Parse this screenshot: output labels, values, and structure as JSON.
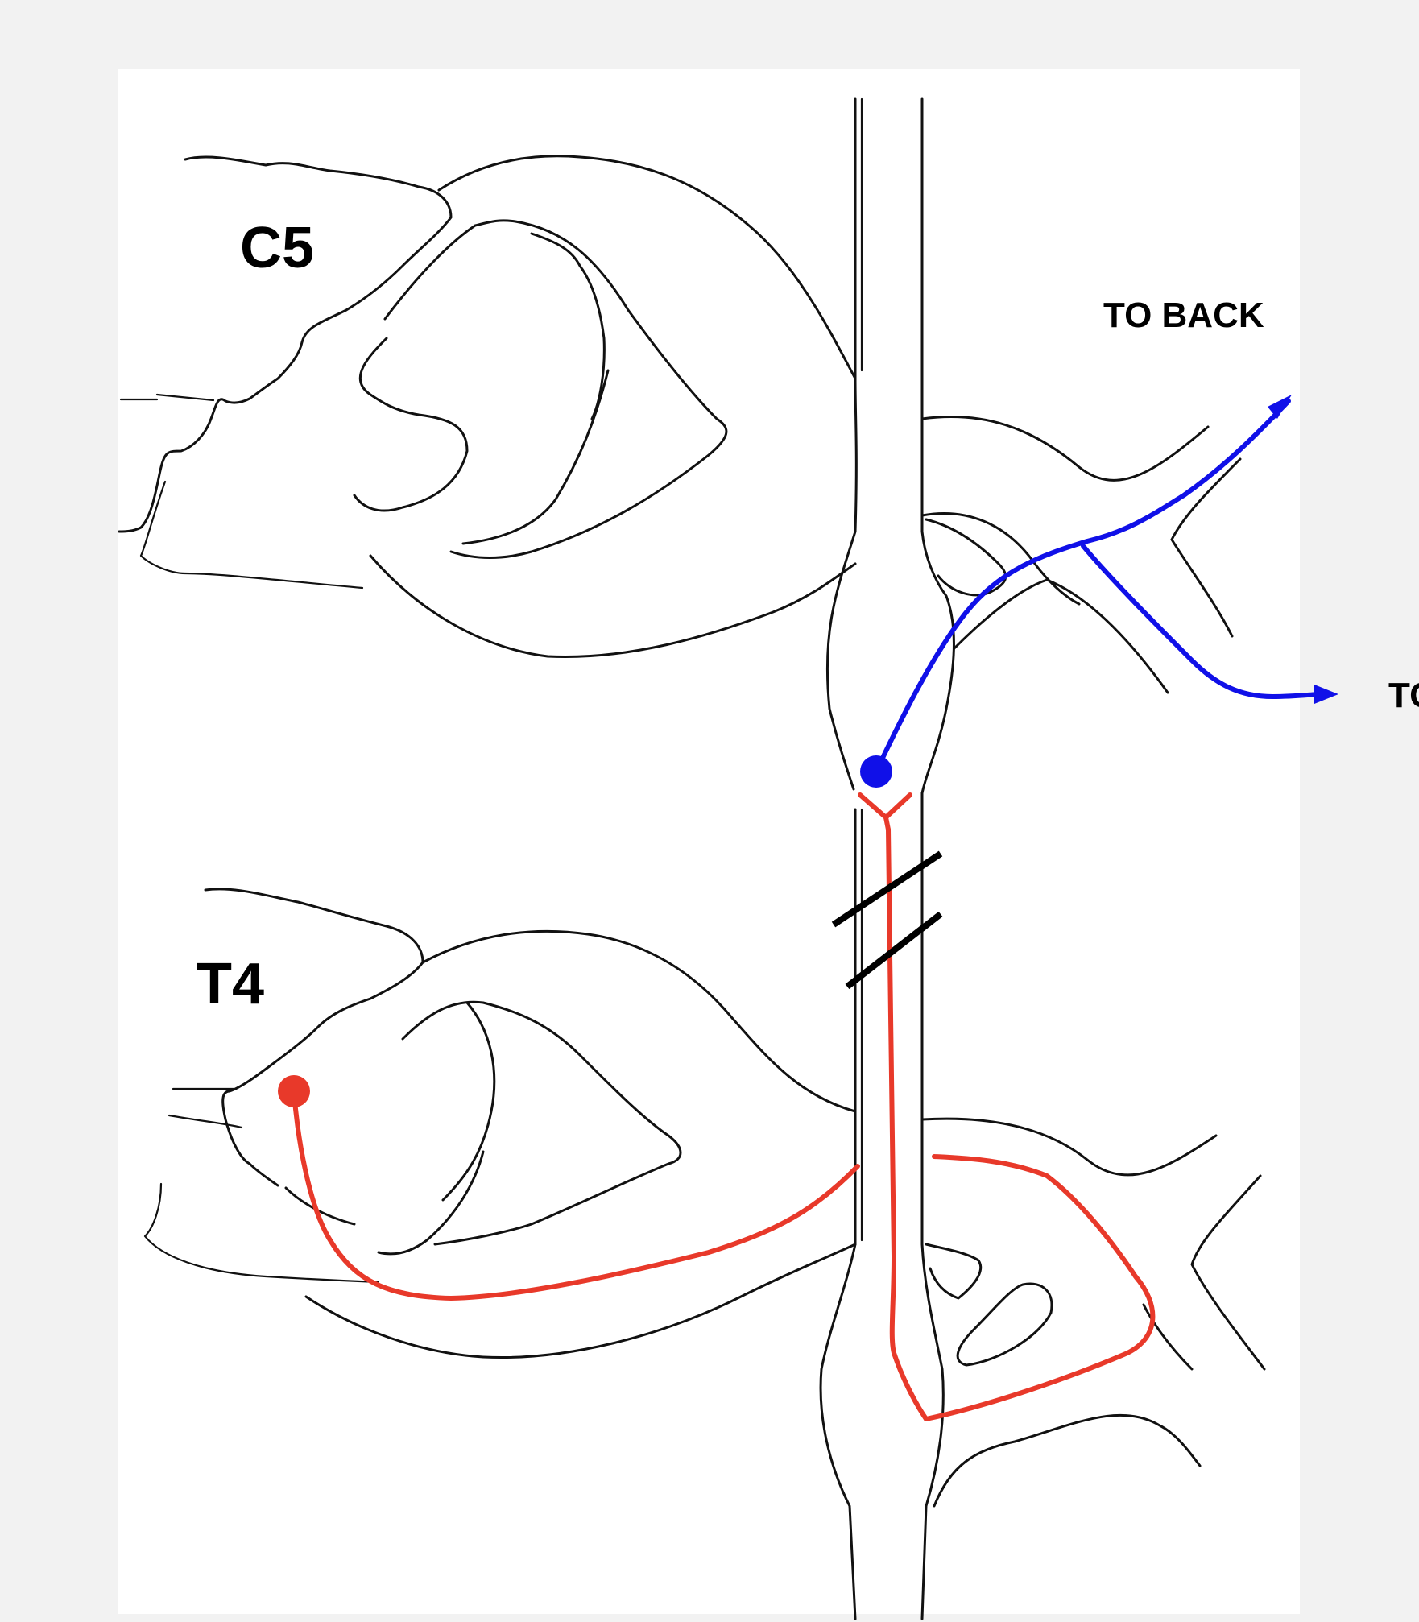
{
  "figure": {
    "labels": {
      "upper_level": "C5",
      "lower_level": "T4",
      "to_back": "TO BACK",
      "to_front_partial": "TO"
    },
    "colors": {
      "upper_pathway": "#1010e8",
      "lower_pathway": "#e8392a",
      "lesion_marks": "#000000",
      "outline": "#111111",
      "panel_background": "#ffffff",
      "page_background": "#f2f2f2"
    }
  }
}
